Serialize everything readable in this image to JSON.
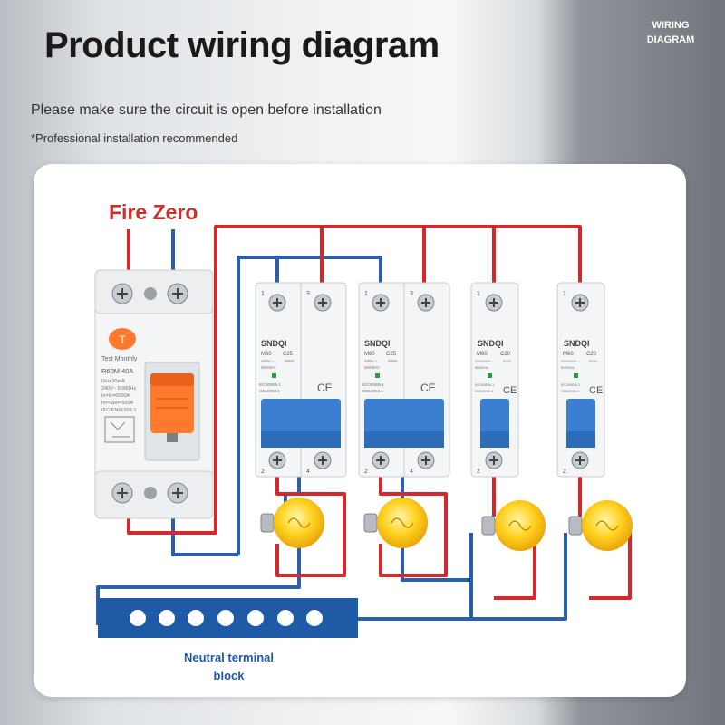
{
  "header": {
    "title": "Product wiring diagram",
    "tag_line1": "WIRING",
    "tag_line2": "DIAGRAM",
    "subtitle": "Please make sure the circuit is open before installation",
    "note": "*Professional installation recommended"
  },
  "diagram": {
    "supply_label": "Fire Zero",
    "terminal_label": "Neutral terminal block",
    "colors": {
      "live_wire": "#d4282d",
      "neutral_wire": "#2a5fae",
      "breaker_blue": "#3a7fd0",
      "rcbo_orange": "#ff7a2f",
      "terminal_block": "#1e5aa6"
    },
    "rcbo": {
      "button_text": "T",
      "test_text": "Test Monthly",
      "model": "R60M 40A",
      "spec1": "IΔn=30mA",
      "spec2": "240V~ 50/60Hz",
      "spec3": "In=Ic=6000A",
      "spec4": "Im=IΔm=500A",
      "standard": "IEC/EN61008-1"
    },
    "breakers": [
      {
        "brand": "SNDQI",
        "model": "M60",
        "rating": "C25",
        "voltage": "400V ~",
        "freq": "50/60Hz",
        "cap": "6000",
        "std1": "IEC60898-1",
        "std2": "GB10963.1",
        "t1": "1",
        "t2": "3",
        "t3": "2",
        "t4": "4",
        "ce": "CE"
      },
      {
        "brand": "SNDQI",
        "model": "M60",
        "rating": "C25",
        "voltage": "400V ~",
        "freq": "50/60Hz",
        "cap": "6000",
        "std1": "IEC60898-1",
        "std2": "GB10963.1",
        "t1": "1",
        "t2": "3",
        "t3": "2",
        "t4": "4",
        "ce": "CE"
      },
      {
        "brand": "SNDQI",
        "model": "M60",
        "rating": "C20",
        "voltage": "230/400V ~",
        "freq": "50/60Hz",
        "cap": "6000",
        "std1": "IEC60898-1",
        "std2": "GB10963.1",
        "t1": "1",
        "t3": "2",
        "ce": "CE"
      },
      {
        "brand": "SNDQI",
        "model": "M60",
        "rating": "C20",
        "voltage": "230/400V ~",
        "freq": "50/60Hz",
        "cap": "6000",
        "std1": "IEC60898-1",
        "std2": "GB10963.1",
        "t1": "1",
        "t3": "2",
        "ce": "CE"
      }
    ]
  }
}
